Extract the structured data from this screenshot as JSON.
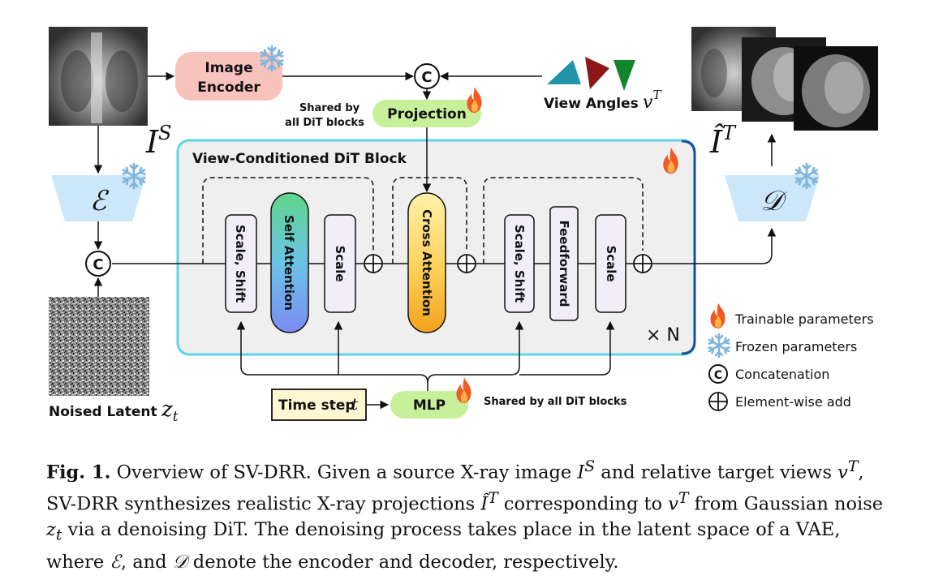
{
  "labels": {
    "image_encoder_line1": "Image",
    "image_encoder_line2": "Encoder",
    "projection": "Projection",
    "shared_line1": "Shared by",
    "shared_line2": "all DiT blocks",
    "view_angles": "View Angles",
    "v_T": "v",
    "v_T_sup": "T",
    "I_S": "I",
    "I_S_sup": "S",
    "I_hat_T": "Î",
    "I_hat_T_sup": "T",
    "dit_block_title": "View-Conditioned DiT Block",
    "encoder_symbol": "ℰ",
    "decoder_symbol": "𝒟",
    "concat_symbol": "C",
    "scale_shift_1": "Scale, Shift",
    "self_attention": "Self Attention",
    "scale_1": "Scale",
    "cross_attention": "Cross Attention",
    "scale_shift_2": "Scale, Shift",
    "feedforward": "Feedforward",
    "scale_2": "Scale",
    "times_n": "× N",
    "noised_latent": "Noised Latent",
    "z_t": "z",
    "z_t_sub": "t",
    "time_step": "Time step",
    "t": "t",
    "mlp": "MLP",
    "shared_all": "Shared by all DiT blocks"
  },
  "legend": [
    {
      "icon": "fire-icon",
      "label": "Trainable parameters"
    },
    {
      "icon": "snowflake-icon",
      "label": "Frozen parameters"
    },
    {
      "icon": "concat-icon",
      "label": "Concatenation"
    },
    {
      "icon": "add-icon",
      "label": "Element-wise add"
    }
  ],
  "caption": {
    "fig": "Fig. 1.",
    "t1": " Overview of SV-DRR. Given a source X-ray image ",
    "IS": "I",
    "IS_sup": "S",
    "t2": " and relative target views ",
    "vT": "v",
    "vT_sup": "T",
    "t3": ", SV-DRR synthesizes realistic X-ray projections ",
    "IhT": "Î",
    "IhT_sup": "T",
    "t4": " corresponding to ",
    "vT2": "v",
    "vT2_sup": "T",
    "t5": " from Gaussian noise ",
    "zt": "z",
    "zt_sub": "t",
    "t6": " via a denoising DiT. The denoising process takes place in the latent space of a VAE, where ",
    "E": "ℰ",
    "t7": ", and ",
    "D": "𝒟",
    "t8": " denote the encoder and decoder, respectively."
  },
  "colors": {
    "encoder_box": "#f8c2bd",
    "projection_box": "#c8ef9a",
    "mlp_box": "#c8ef9a",
    "time_box": "#fff6d2",
    "vae_trapezoid": "#cde7fa",
    "dit_border_outer": "#1a4f9c",
    "dit_border_inner": "#5ed4e8",
    "dit_fill": "#efefef",
    "scale_box": "#f1eef8",
    "angle_teal": "#2094a8",
    "angle_red": "#8b1717",
    "angle_green": "#15852c",
    "fire": "#f0541e",
    "snow": "#7fb6de"
  }
}
